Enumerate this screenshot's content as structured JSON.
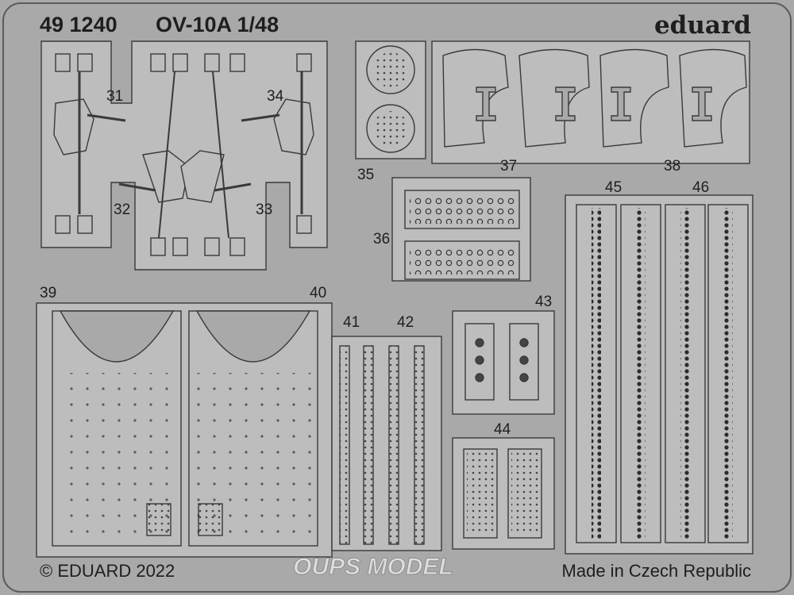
{
  "header": {
    "code": "49 1240",
    "kit": "OV-10A 1/48",
    "brand": "eduard"
  },
  "footer": {
    "copyright": "© EDUARD 2022",
    "watermark": "OUPS MODEL",
    "origin": "Made in Czech Republic"
  },
  "part_numbers": [
    "31",
    "32",
    "33",
    "34",
    "35",
    "36",
    "37",
    "38",
    "39",
    "40",
    "41",
    "42",
    "43",
    "44",
    "45",
    "46"
  ],
  "colors": {
    "fret": "#a9a9a9",
    "part": "#bdbdbd",
    "outline": "#3a3a3a",
    "text": "#1e1e1e"
  }
}
